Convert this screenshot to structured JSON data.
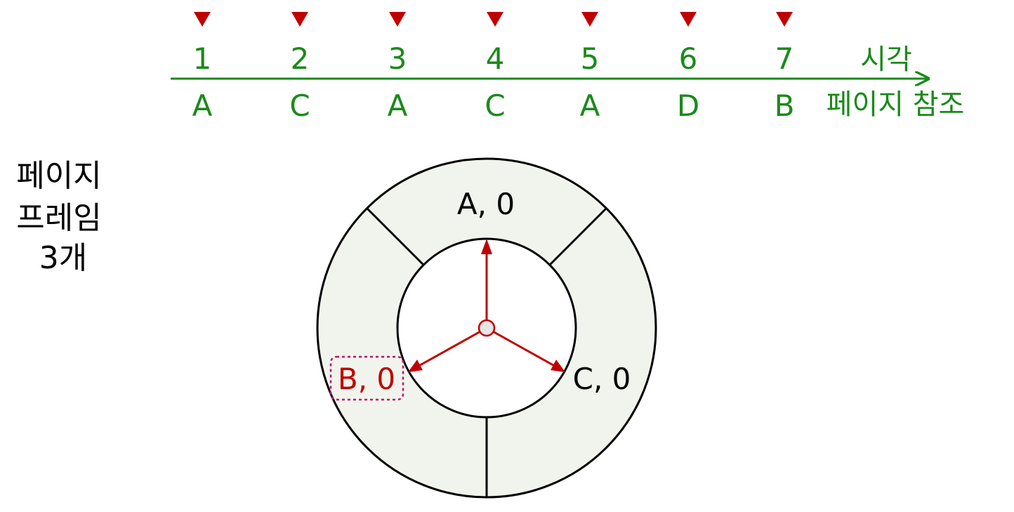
{
  "timeline": {
    "times": [
      "1",
      "2",
      "3",
      "4",
      "5",
      "6",
      "7"
    ],
    "references": [
      "A",
      "C",
      "A",
      "C",
      "A",
      "D",
      "B"
    ],
    "time_label": "시각",
    "reference_label": "페이지 참조"
  },
  "side_label": {
    "lines": [
      "페이지",
      "프레임",
      "3개"
    ]
  },
  "clock": {
    "frames": [
      {
        "label": "A, 0",
        "highlighted": false
      },
      {
        "label": "C, 0",
        "highlighted": false
      },
      {
        "label": "B, 0",
        "highlighted": true
      }
    ]
  },
  "colors": {
    "timeline": "#1a8a1a",
    "marker": "#c00000",
    "pointer": "#c00000",
    "ring_fill": "#f1f4ec",
    "outline": "#000000",
    "highlight_box": "#c0106a",
    "highlight_text": "#c00000"
  }
}
